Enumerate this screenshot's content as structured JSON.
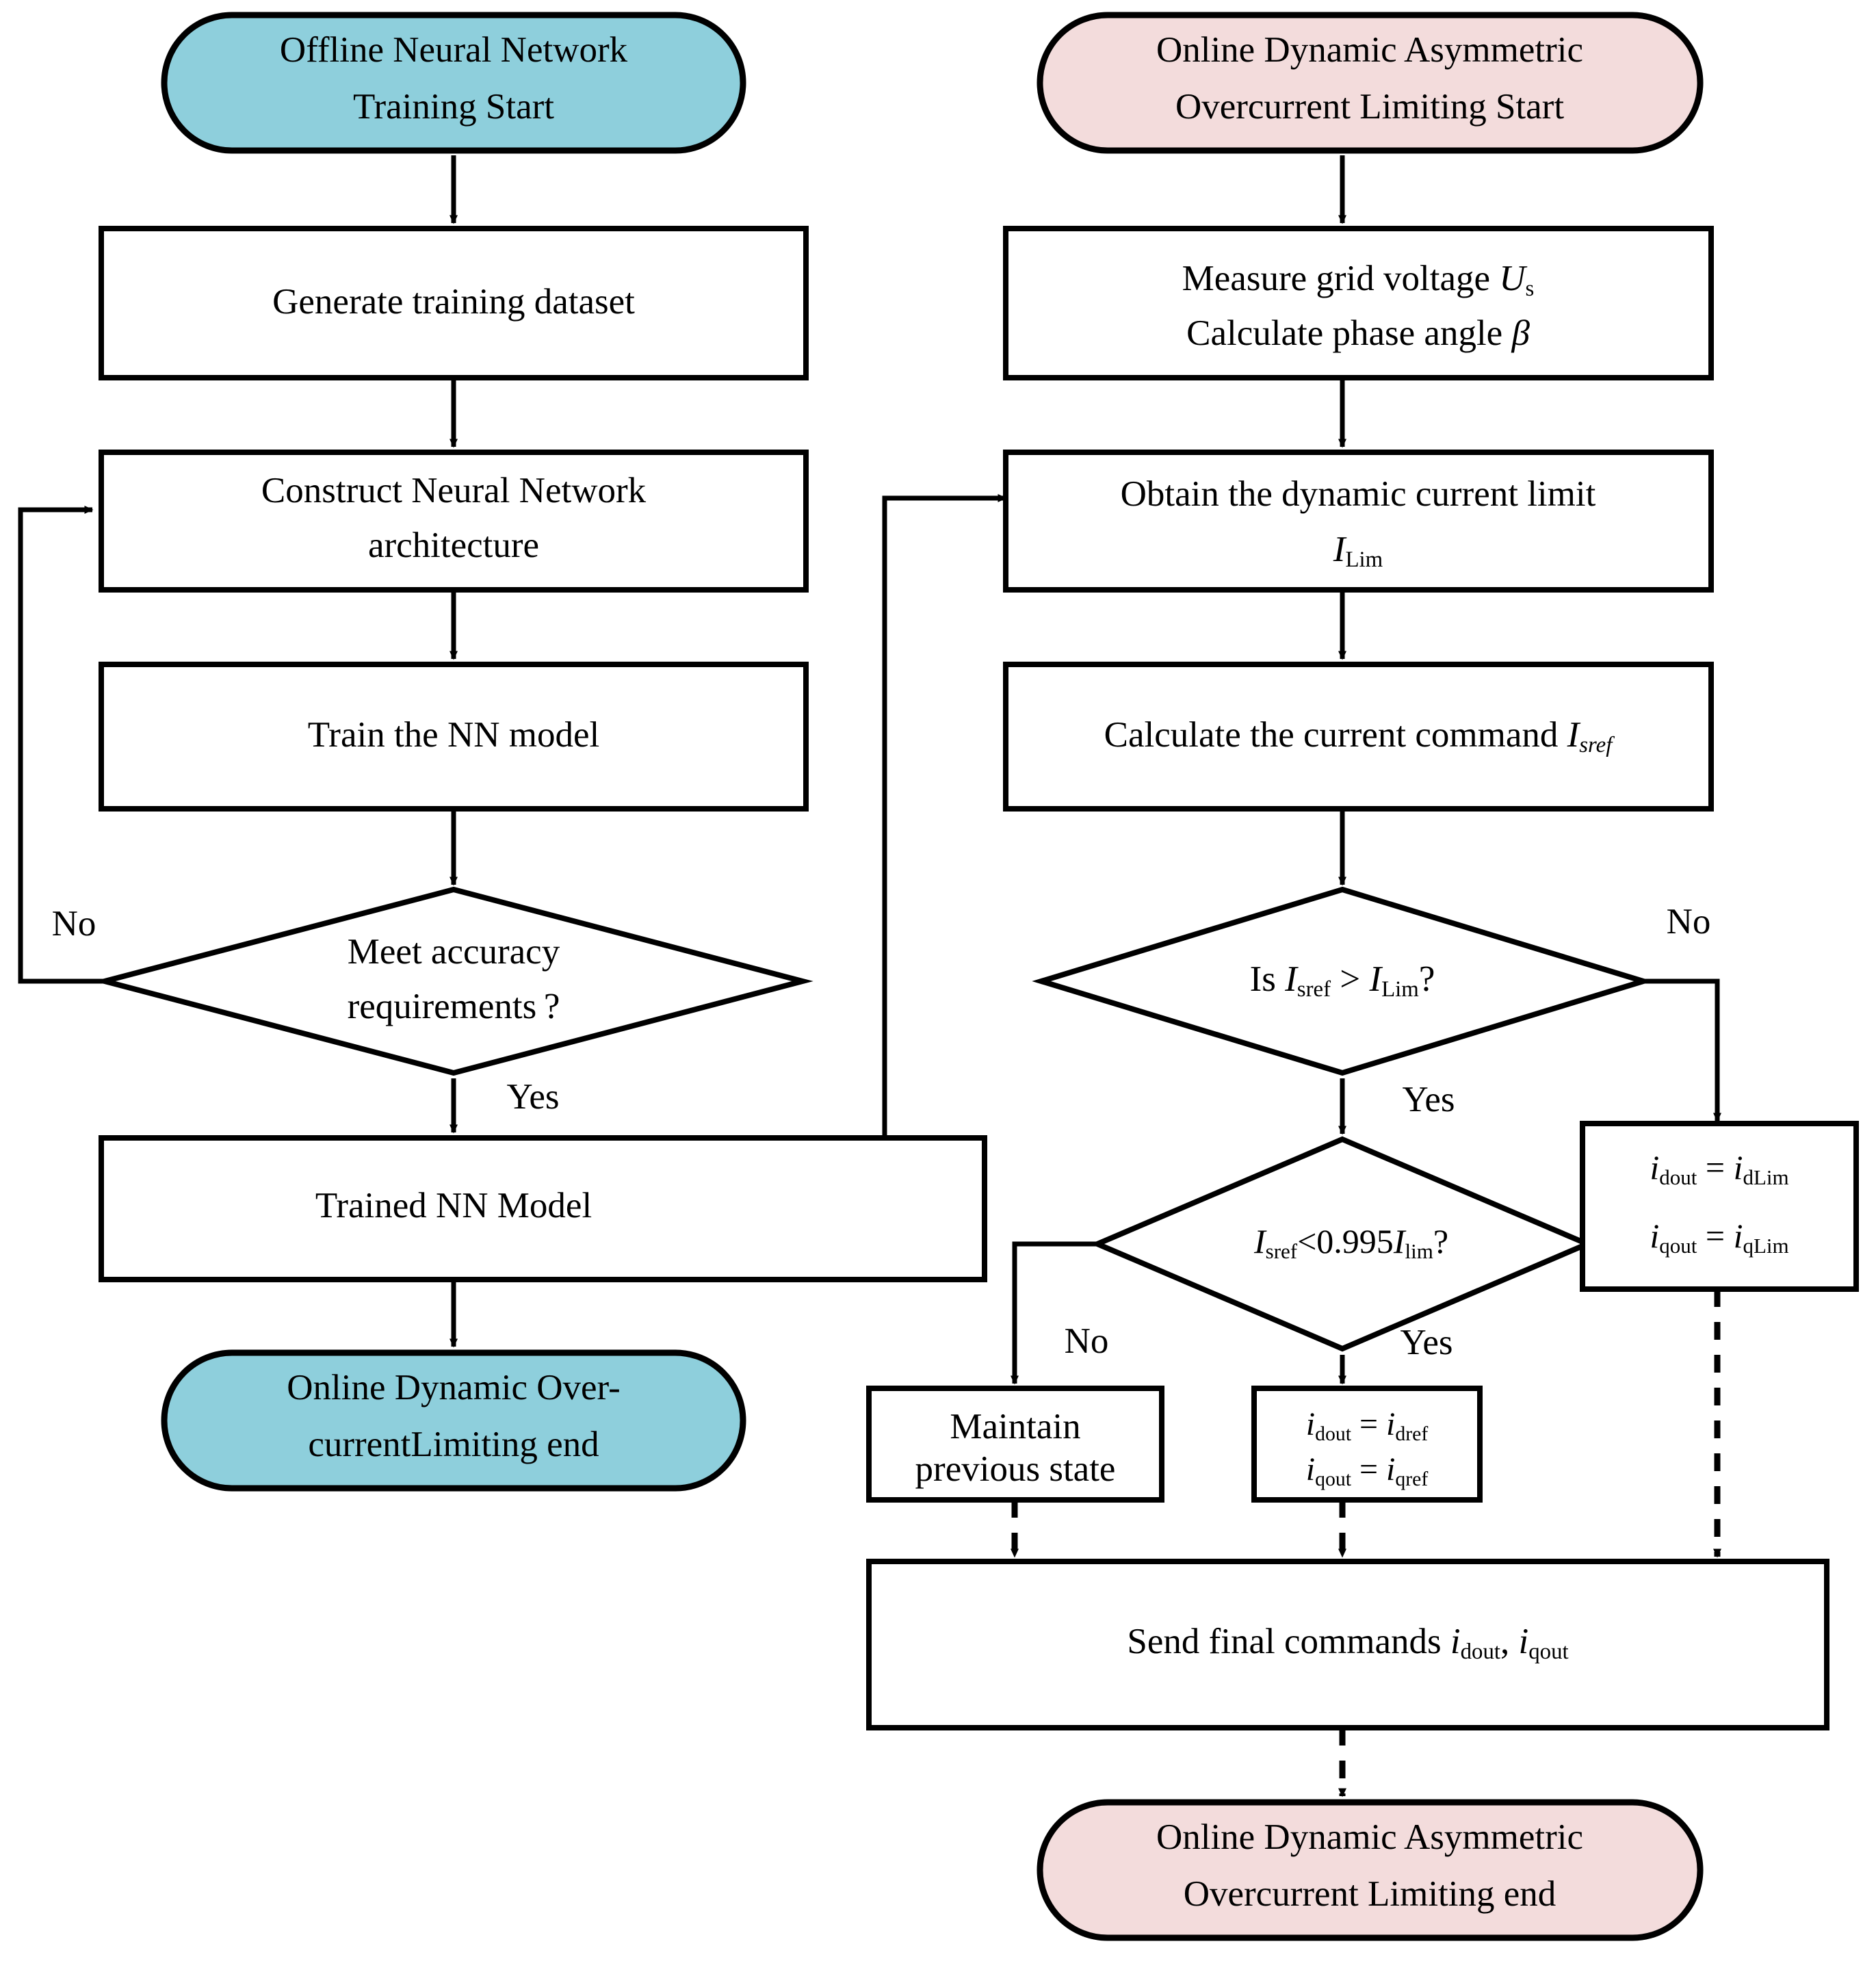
{
  "diagram": {
    "title": "Flowchart: Offline Neural Network Training and Online Dynamic Asymmetric Overcurrent Limiting",
    "colors": {
      "terminator_blue": "#8ECFDC",
      "terminator_pink": "#F3DCDC",
      "stroke": "#000000",
      "box_fill": "#FFFFFF"
    }
  },
  "left_flow": {
    "start": {
      "line1": "Offline Neural Network",
      "line2": "Training Start"
    },
    "generate_dataset": "Generate training dataset",
    "construct_nn": {
      "line1": "Construct Neural Network",
      "line2": "architecture"
    },
    "train_nn": "Train the NN model",
    "decision": {
      "line1": "Meet accuracy",
      "line2": "requirements ?"
    },
    "decision_no_label": "No",
    "decision_yes_label": "Yes",
    "trained_model": "Trained NN Model",
    "end": {
      "line1": "Online Dynamic Over-",
      "line2": "currentLimiting end"
    }
  },
  "right_flow": {
    "start": {
      "line1": "Online Dynamic Asymmetric",
      "line2": "Overcurrent Limiting Start"
    },
    "measure": {
      "line1_a": "Measure grid voltage ",
      "line1_var": "U",
      "line1_sub": "s",
      "line2_a": "Calculate phase angle ",
      "line2_var": "β"
    },
    "obtain_limit": {
      "line1": "Obtain the dynamic current limit",
      "line2_var": "I",
      "line2_sub": "Lim"
    },
    "calculate_cmd": {
      "text": "Calculate the current command ",
      "var": "I",
      "sub": "sref"
    },
    "decision1": {
      "prefix": "Is ",
      "v1": "I",
      "s1": "sref",
      "op": " > ",
      "v2": "I",
      "s2": "Lim",
      "suffix": "?"
    },
    "decision1_no_label": "No",
    "decision1_yes_label": "Yes",
    "decision2": {
      "v1": "I",
      "s1": "sref",
      "op": "<0.995",
      "v2": "I",
      "s2": "lim",
      "suffix": "?"
    },
    "decision2_no_label": "No",
    "decision2_yes_label": "Yes",
    "limit_box": {
      "l1v1": "i",
      "l1s1": "dout",
      "l1op": " = ",
      "l1v2": "i",
      "l1s2": "dLim",
      "l2v1": "i",
      "l2s1": "qout",
      "l2op": " = ",
      "l2v2": "i",
      "l2s2": "qLim"
    },
    "maintain_box": {
      "line1": "Maintain",
      "line2": "previous state"
    },
    "ref_box": {
      "l1v1": "i",
      "l1s1": "dout",
      "l1op": " = ",
      "l1v2": "i",
      "l1s2": "dref",
      "l2v1": "i",
      "l2s1": "qout",
      "l2op": " = ",
      "l2v2": "i",
      "l2s2": "qref"
    },
    "send_final": {
      "text": "Send final commands ",
      "v1": "i",
      "s1": "dout",
      "comma": ", ",
      "v2": "i",
      "s2": "qout"
    },
    "end": {
      "line1": "Online Dynamic Asymmetric",
      "line2": "Overcurrent Limiting end"
    }
  }
}
